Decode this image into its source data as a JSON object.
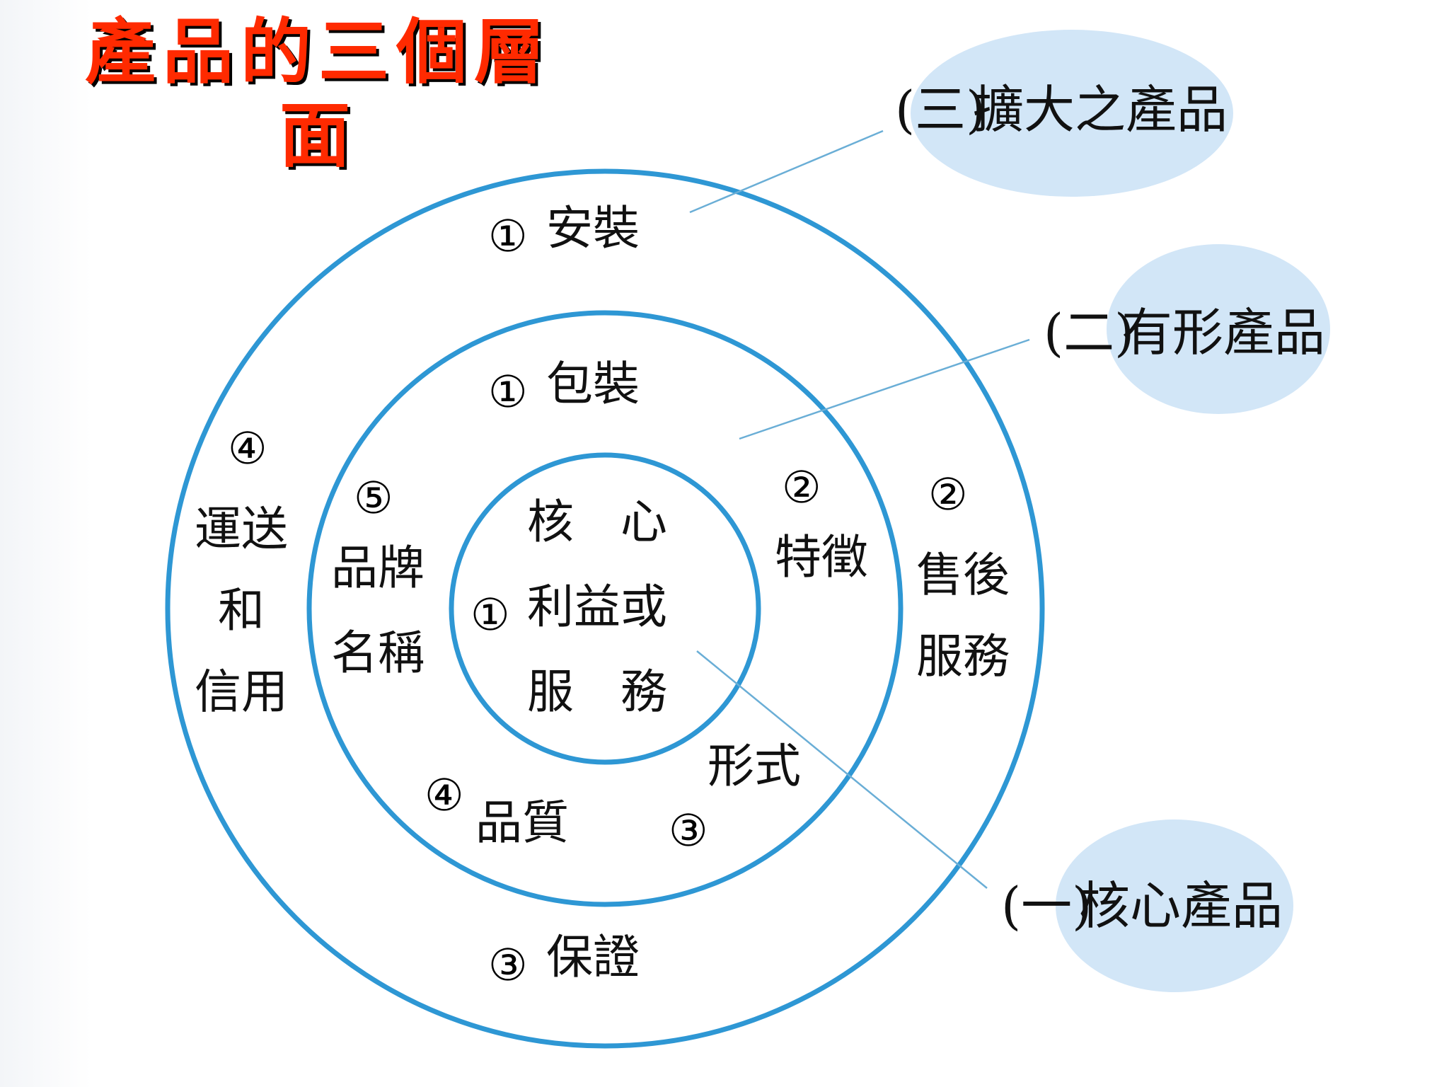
{
  "title": "產品的三個層面",
  "levels": [
    {
      "marker": "(三)",
      "name": "擴大之產品"
    },
    {
      "marker": "(二)",
      "name": "有形產品"
    },
    {
      "marker": "(一)",
      "name": "核心產品"
    }
  ],
  "core": {
    "number": "①",
    "line1": "核　心",
    "line2": "利益或",
    "line3": "服　務"
  },
  "tangible": [
    {
      "number": "①",
      "text": "包裝"
    },
    {
      "number": "②",
      "text": "特徵"
    },
    {
      "number": "③",
      "text": "形式"
    },
    {
      "number": "④",
      "text": "品質"
    },
    {
      "number": "⑤",
      "lines": [
        "品牌",
        "名稱"
      ]
    }
  ],
  "augmented": [
    {
      "number": "①",
      "text": "安裝"
    },
    {
      "number": "②",
      "lines": [
        "售後",
        "服務"
      ]
    },
    {
      "number": "③",
      "text": "保證"
    },
    {
      "number": "④",
      "lines": [
        "運送",
        "和",
        "信用"
      ]
    }
  ],
  "colors": {
    "ring": "#2e97d4",
    "leader_line": "#6aaed6",
    "bubble": "#d2e6f7",
    "title": "#ff2a00"
  }
}
